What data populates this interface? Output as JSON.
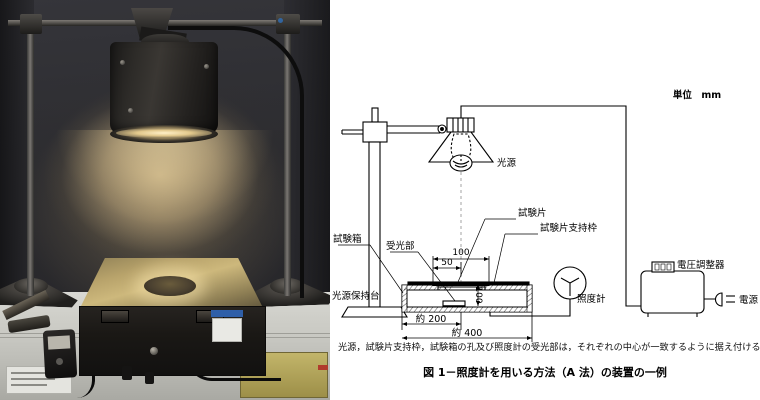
{
  "photo": {
    "alt_description": "photograph-of-illuminance-test-apparatus",
    "items": {
      "lamp_shade": "lamp-shade",
      "ring_stand": "ring-stand",
      "test_box": "test-box",
      "light_hole": "light-hole",
      "handheld_meter": "handheld-illuminance-meter",
      "bench": "laboratory-bench"
    }
  },
  "diagram": {
    "unit_note": "単位　mm",
    "labels": {
      "light_source": "光源",
      "test_box": "試験箱",
      "light_receiver": "受光部",
      "light_source_stand": "光源保持台",
      "test_piece": "試験片",
      "test_piece_frame": "試験片支持枠",
      "illuminometer": "照度計",
      "voltage_regulator": "電圧調整器",
      "power_supply": "電源"
    },
    "dimensions": {
      "width_100": "100",
      "width_50": "50",
      "height_100": "100",
      "box_inner": "約 200",
      "box_outer": "約 400"
    }
  },
  "note": "光源，試験片支持枠，試験箱の孔及び照度計の受光部は，それぞれの中心が一致するように据え付ける。",
  "caption": "図 1－照度計を用いる方法（A 法）の装置の一例",
  "colors": {
    "line": "#000000",
    "background": "#ffffff",
    "lamp_glow": "#ffe9b2"
  }
}
